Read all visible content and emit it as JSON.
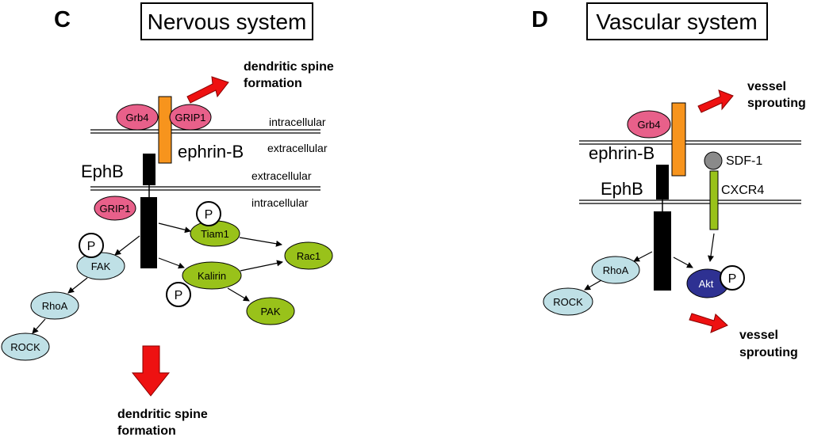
{
  "panels": {
    "left": {
      "letter": "C",
      "title": "Nervous system"
    },
    "right": {
      "letter": "D",
      "title": "Vascular system"
    }
  },
  "left": {
    "top_outcome": [
      "dendritic spine",
      "formation"
    ],
    "bottom_outcome": [
      "dendritic spine",
      "formation"
    ],
    "membrane_labels": {
      "upper_intracellular": "intracellular",
      "upper_extracellular": "extracellular",
      "lower_extracellular": "extracellular",
      "lower_intracellular": "intracellular"
    },
    "ephrin": "ephrin-B",
    "ephb": "EphB",
    "nodes": {
      "grb4": "Grb4",
      "grip1_top": "GRIP1",
      "grip1_low": "GRIP1",
      "tiam1": "Tiam1",
      "rac1": "Rac1",
      "kalirin": "Kalirin",
      "pak": "PAK",
      "fak": "FAK",
      "rhoa": "RhoA",
      "rock": "ROCK"
    },
    "phospho": "P"
  },
  "right": {
    "top_outcome": [
      "vessel",
      "sprouting"
    ],
    "bottom_outcome": [
      "vessel",
      "sprouting"
    ],
    "ephrin": "ephrin-B",
    "ephb": "EphB",
    "sdf1": "SDF-1",
    "cxcr4": "CXCR4",
    "nodes": {
      "grb4": "Grb4",
      "rhoa": "RhoA",
      "rock": "ROCK",
      "akt": "Akt"
    },
    "phospho": "P"
  },
  "colors": {
    "pink": "#e8608a",
    "green": "#99c21a",
    "lightblue": "#bfe0e6",
    "orange": "#f7941d",
    "red": "#ee1111",
    "navy": "#2e3192",
    "gray": "#8a8a8a"
  }
}
